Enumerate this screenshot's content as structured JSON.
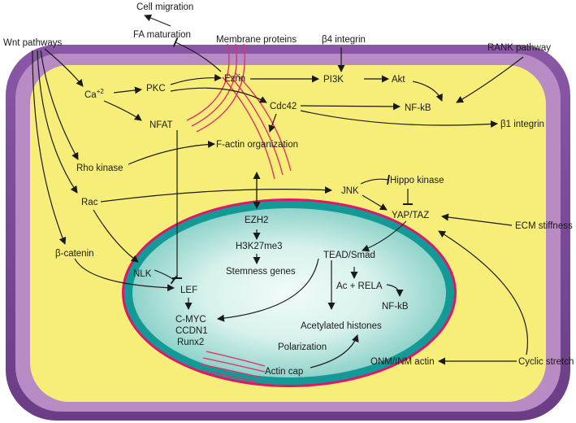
{
  "colors": {
    "membrane_outer": "#7b4a97",
    "membrane_inner": "#b98bc4",
    "cytoplasm": "#f7ee7a",
    "nuclear_envelope": "#139a96",
    "nuclear_rim": "#e2156b",
    "nucleoplasm_center": "#f2fbfa",
    "nucleoplasm_edge": "#8fd3ca",
    "actin_lines": "#e0326a",
    "arrows": "#1a1a1a"
  },
  "labels": {
    "cell_migration": "Cell migration",
    "fa_maturation": "FA maturation",
    "membrane_proteins": "Membrane proteins",
    "b4_integrin": "β4 integrin",
    "rank_pathway": "RANK pathway",
    "wnt_pathways": "Wnt pathways",
    "ca": "Ca",
    "ca_sup": "+2",
    "pkc": "PKC",
    "ezrin": "Ezrin",
    "pi3k": "PI3K",
    "akt": "Akt",
    "nfkb_cyto": "NF-kB",
    "cdc42": "Cdc42",
    "b1_integrin": "β1 integrin",
    "nfat": "NFAT",
    "factin": "F-actin organization",
    "rho_kinase": "Rho kinase",
    "rac": "Rac",
    "jnk": "JNK",
    "hippo_kinase": "Hippo kinase",
    "yaptaz": "YAP/TAZ",
    "ecm_stiffness": "ECM stiffness",
    "bcatenin": "β-catenin",
    "ezh2": "EZH2",
    "h3k27me3": "H3K27me3",
    "stemness": "Stemness genes",
    "tead_smad": "TEAD/Smad",
    "ac_rela": "Ac + RELA",
    "nfkb_nuc": "NF-kB",
    "nlk": "NLK",
    "lef": "LEF",
    "cmyc": "C-MYC",
    "ccdn1": "CCDN1",
    "runx2": "Runx2",
    "acetylated_histones": "Acetylated histones",
    "polarization": "Polarization",
    "actin_cap": "Actin cap",
    "onm_inm": "ONM/INM actin",
    "cyclic_stretch": "Cyclic stretch"
  }
}
